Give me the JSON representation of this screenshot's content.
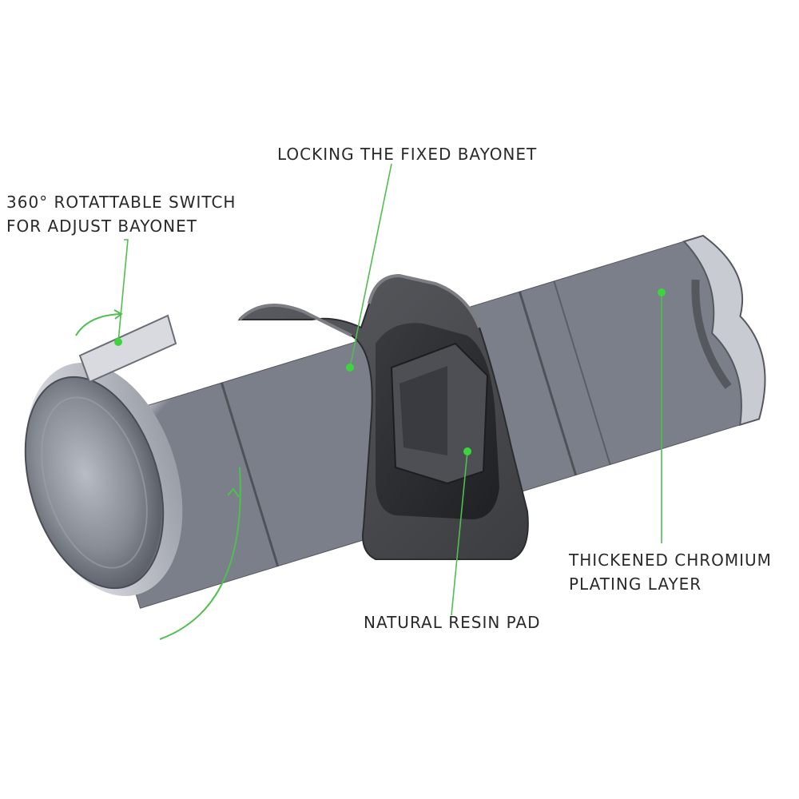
{
  "labels": {
    "locking_bayonet": "LOCKING THE FIXED BAYONET",
    "switch_line1": "360° ROTATTABLE SWITCH",
    "switch_line2": "FOR ADJUST BAYONET",
    "chromium_line1": "THICKENED CHROMIUM",
    "chromium_line2": "PLATING LAYER",
    "resin_pad": "NATURAL RESIN PAD"
  },
  "colors": {
    "leader_line": "#4fbf4f",
    "leader_dot": "#3cd63c",
    "chrome_dark": "#3a3d44",
    "chrome_light": "#f2f3f6",
    "resin_gray": "#4a4b4f"
  }
}
